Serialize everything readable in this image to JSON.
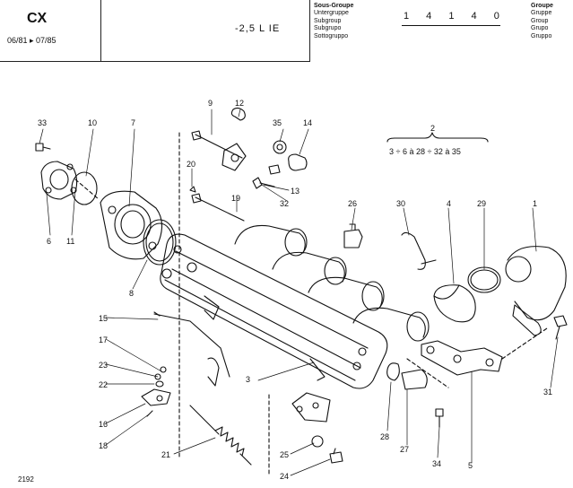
{
  "header": {
    "model": "CX",
    "dates": "06/81 ▸ 07/85",
    "engine": "-2,5 L IE",
    "subgroup_labels": [
      "Sous-Groupe",
      "Untergruppe",
      "Subgroup",
      "Subgrupo",
      "Sottogruppo"
    ],
    "subgroup_code": "1 4 1 4 0",
    "group_labels": [
      "Groupe",
      "Gruppe",
      "Group",
      "Grupo",
      "Gruppo"
    ]
  },
  "assembly": {
    "number": "2",
    "range": "3 ÷ 6 à 28 ÷ 32 à 35"
  },
  "callouts": [
    "1",
    "3",
    "4",
    "5",
    "6",
    "7",
    "8",
    "9",
    "10",
    "11",
    "12",
    "13",
    "14",
    "15",
    "16",
    "17",
    "18",
    "19",
    "20",
    "21",
    "22",
    "23",
    "24",
    "25",
    "26",
    "27",
    "28",
    "29",
    "30",
    "31",
    "32",
    "33",
    "34",
    "35"
  ],
  "footer": {
    "plate_number": "2192"
  }
}
